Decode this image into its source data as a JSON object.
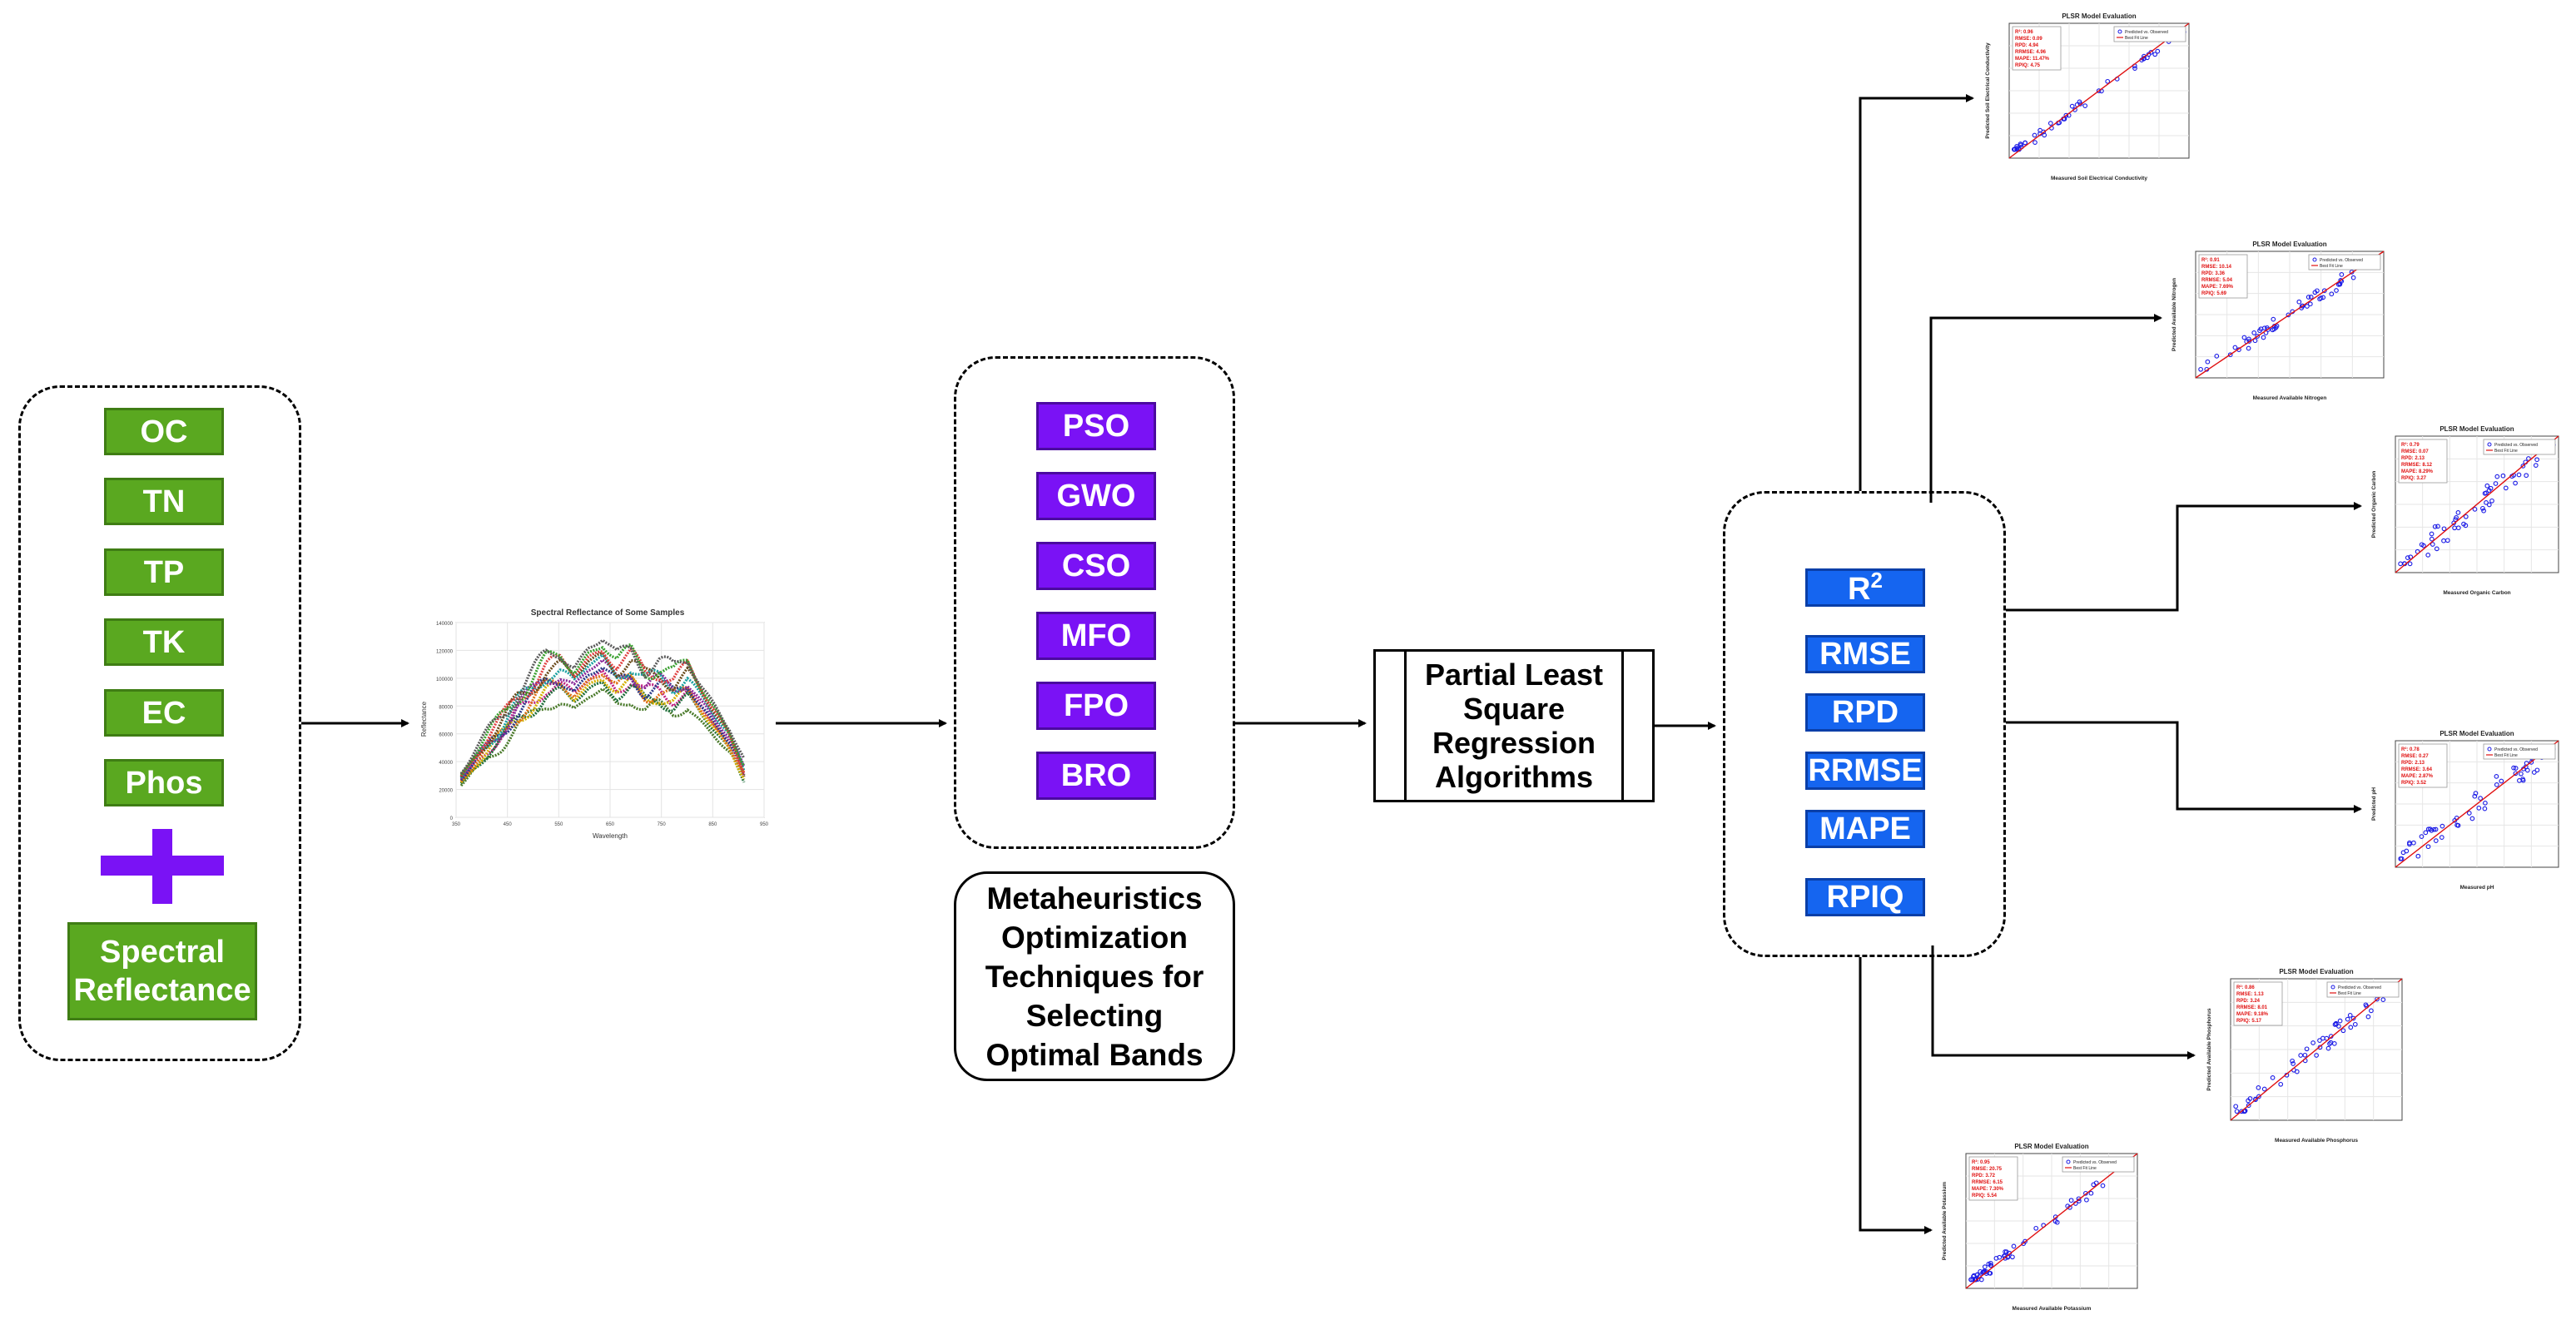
{
  "inputs": {
    "items": [
      "OC",
      "TN",
      "TP",
      "TK",
      "EC",
      "Phos"
    ],
    "plus_color": "#7a12f5",
    "spectral_label": "Spectral Reflectance",
    "box_color": "#5aa820"
  },
  "spectral_plot": {
    "title": "Spectral Reflectance of Some Samples",
    "xlabel": "Wavelength",
    "ylabel": "Reflectance",
    "yticks": [
      "0",
      "20000",
      "40000",
      "60000",
      "80000",
      "100000",
      "120000",
      "140000"
    ],
    "xticks": [
      "350",
      "450",
      "550",
      "650",
      "750",
      "850",
      "950"
    ]
  },
  "optimizers": {
    "items": [
      "PSO",
      "GWO",
      "CSO",
      "MFO",
      "FPO",
      "BRO"
    ],
    "box_color": "#7a12f5",
    "caption": "Metaheuristics Optimization Techniques for Selecting Optimal Bands"
  },
  "regression": {
    "label": "Partial Least Square Regression Algorithms"
  },
  "metrics": {
    "r2_base": "R",
    "r2_sup": "2",
    "items": [
      "RMSE",
      "RPD",
      "RRMSE",
      "MAPE",
      "RPIQ"
    ],
    "box_color": "#1565f0"
  },
  "evaluation_plots": [
    {
      "title": "PLSR Model Evaluation",
      "xlabel": "Measured Soil Electrical Conductivity",
      "ylabel": "Predicted Soil Electrical Conductivity",
      "stats": [
        "R²: 0.96",
        "RMSE: 0.09",
        "RPD: 4.94",
        "RRMSE: 4.96",
        "MAPE: 11.47%",
        "RPIQ: 4.75"
      ]
    },
    {
      "title": "PLSR Model Evaluation",
      "xlabel": "Measured Available Nitrogen",
      "ylabel": "Predicted Available Nitrogen",
      "stats": [
        "R²: 0.91",
        "RMSE: 10.14",
        "RPD: 3.36",
        "RRMSE: 5.04",
        "MAPE: 7.69%",
        "RPIQ: 5.69"
      ]
    },
    {
      "title": "PLSR Model Evaluation",
      "xlabel": "Measured Organic Carbon",
      "ylabel": "Predicted Organic Carbon",
      "stats": [
        "R²: 0.79",
        "RMSE: 0.07",
        "RPD: 2.13",
        "RRMSE: 8.12",
        "MAPE: 8.29%",
        "RPIQ: 3.27"
      ]
    },
    {
      "title": "PLSR Model Evaluation",
      "xlabel": "Measured pH",
      "ylabel": "Predicted pH",
      "stats": [
        "R²: 0.78",
        "RMSE: 0.27",
        "RPD: 2.13",
        "RRMSE: 3.64",
        "MAPE: 2.87%",
        "RPIQ: 3.52"
      ]
    },
    {
      "title": "PLSR Model Evaluation",
      "xlabel": "Measured Available Phosphorus",
      "ylabel": "Predicted Available Phosphorus",
      "stats": [
        "R²: 0.86",
        "RMSE: 1.13",
        "RPD: 3.24",
        "RRMSE: 8.01",
        "MAPE: 9.18%",
        "RPIQ: 5.17"
      ]
    },
    {
      "title": "PLSR Model Evaluation",
      "xlabel": "Measured Available Potassium",
      "ylabel": "Predicted Available Potassium",
      "stats": [
        "R²: 0.95",
        "RMSE: 20.75",
        "RPD: 3.72",
        "RRMSE: 6.15",
        "MAPE: 7.30%",
        "RPIQ: 5.54"
      ]
    }
  ],
  "evaluation_legend": [
    "Predicted vs. Observed",
    "Best Fit Line"
  ],
  "colors": {
    "points": "#1a1ae6",
    "fit_line": "#e01010",
    "stats_text": "#e01010"
  }
}
